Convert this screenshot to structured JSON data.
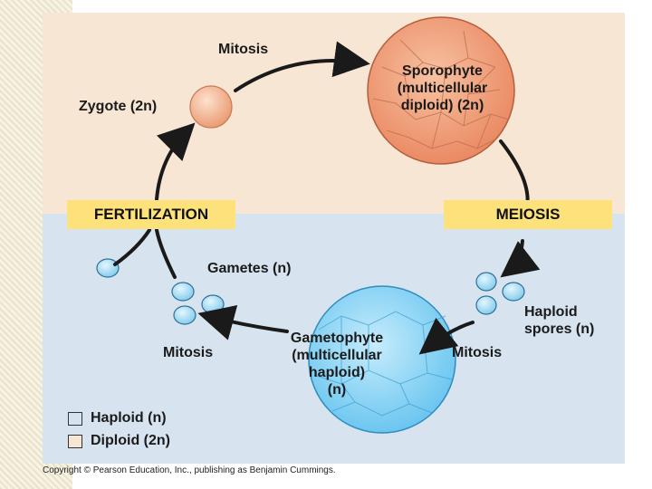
{
  "labels": {
    "mitosis_top": "Mitosis",
    "zygote": "Zygote (2n)",
    "sporophyte": [
      "Sporophyte",
      "(multicellular",
      "diploid) (2n)"
    ],
    "fertilization": "FERTILIZATION",
    "meiosis": "MEIOSIS",
    "gametes": "Gametes (n)",
    "haploid_spores": [
      "Haploid",
      "spores (n)"
    ],
    "mitosis_left": "Mitosis",
    "mitosis_right": "Mitosis",
    "gametophyte": [
      "Gametophyte",
      "(multicellular",
      "haploid)",
      "(n)"
    ]
  },
  "legend": {
    "haploid": "Haploid (n)",
    "diploid": "Diploid (2n)"
  },
  "copyright": "Copyright © Pearson Education, Inc., publishing as Benjamin Cummings.",
  "colors": {
    "upper_bg": "#f8e6d4",
    "lower_bg": "#d7e3ee",
    "highlight": "#fde17a",
    "diploid_cell": "#f1a27c",
    "haploid_cell": "#8fd3f4"
  }
}
